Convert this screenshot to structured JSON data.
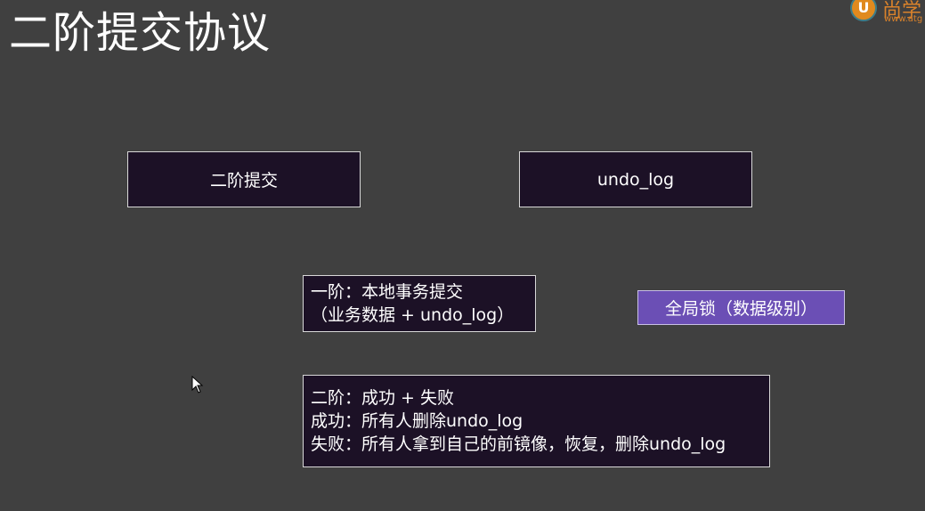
{
  "slide": {
    "title": "二阶提交协议"
  },
  "logo": {
    "mark": "U",
    "name": "尚学",
    "url": "www.atg"
  },
  "boxes": {
    "two_phase": "二阶提交",
    "undo_log": "undo_log",
    "phase_one": {
      "line1": "一阶：本地事务提交",
      "line2": "（业务数据 + undo_log）"
    },
    "global_lock": "全局锁（数据级别）",
    "phase_two": {
      "line1": "二阶：成功 + 失败",
      "line2": "成功：所有人删除undo_log",
      "line3": "失败：所有人拿到自己的前镜像，恢复，删除undo_log"
    }
  },
  "colors": {
    "background": "#404040",
    "box_fill": "#1c1126",
    "box_border": "#d8d8d8",
    "accent_box": "#6b4fb5"
  },
  "icons": {
    "cursor": "mouse-pointer-icon",
    "logo": "brand-logo-icon"
  }
}
